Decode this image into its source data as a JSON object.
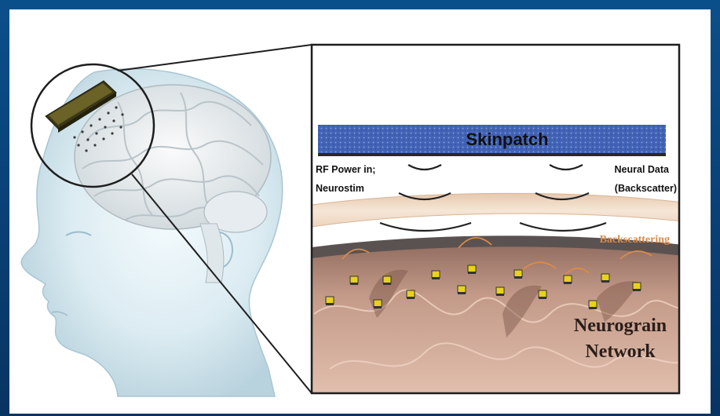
{
  "labels": {
    "skinpatch": "Skinpatch",
    "rf_power_line1": "RF Power in;",
    "rf_power_line2": "Neurostim",
    "neural_data_line1": "Neural Data",
    "neural_data_line2": "(Backscatter)",
    "backscattering": "Backscattering",
    "network_line1": "Neurograin",
    "network_line2": "Network"
  },
  "colors": {
    "background": "#0a4a85",
    "skinpatch": "#3f5fb0",
    "skin_layer": "#f1d9c3",
    "skull_layer": "#5a5250",
    "brain_tissue": "#c79a86",
    "backscatter": "#d98b4a",
    "neurograin": "#e8d21c"
  }
}
